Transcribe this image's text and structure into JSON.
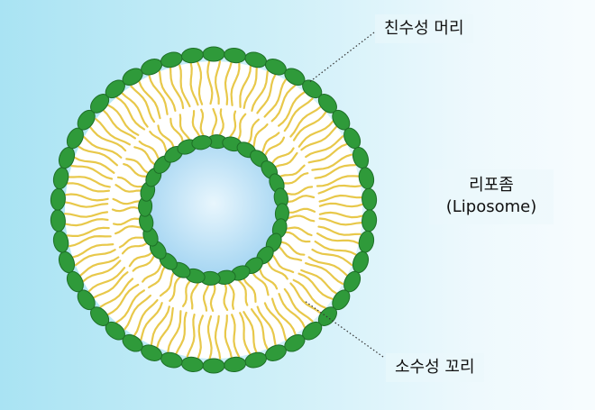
{
  "labels": {
    "head": "친수성 머리",
    "liposome_ko": "리포좀",
    "liposome_en": "(Liposome)",
    "tail": "소수성 꼬리"
  },
  "colors": {
    "head_fill": "#2f9a3a",
    "head_stroke": "#1e6f27",
    "tail": "#e8c84a",
    "core_inner": "#e8f6fd",
    "core_outer": "#a6d6f2",
    "leader_line": "#333333"
  }
}
